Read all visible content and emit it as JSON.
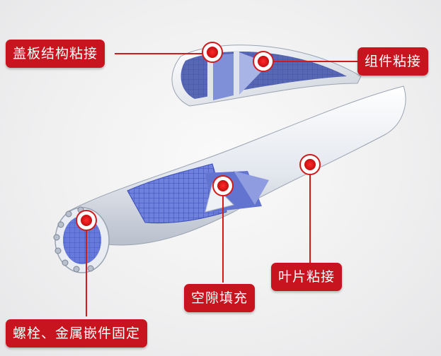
{
  "labels": {
    "cover_plate": "盖板结构粘接",
    "component": "组件粘接",
    "blade": "叶片粘接",
    "gap_fill": "空隙填充",
    "bolt_insert": "螺栓、金属嵌件固定"
  },
  "colors": {
    "accent": "#c8141e",
    "blade_shell": "#e4e8ef",
    "mesh": "#5a6ed6"
  }
}
